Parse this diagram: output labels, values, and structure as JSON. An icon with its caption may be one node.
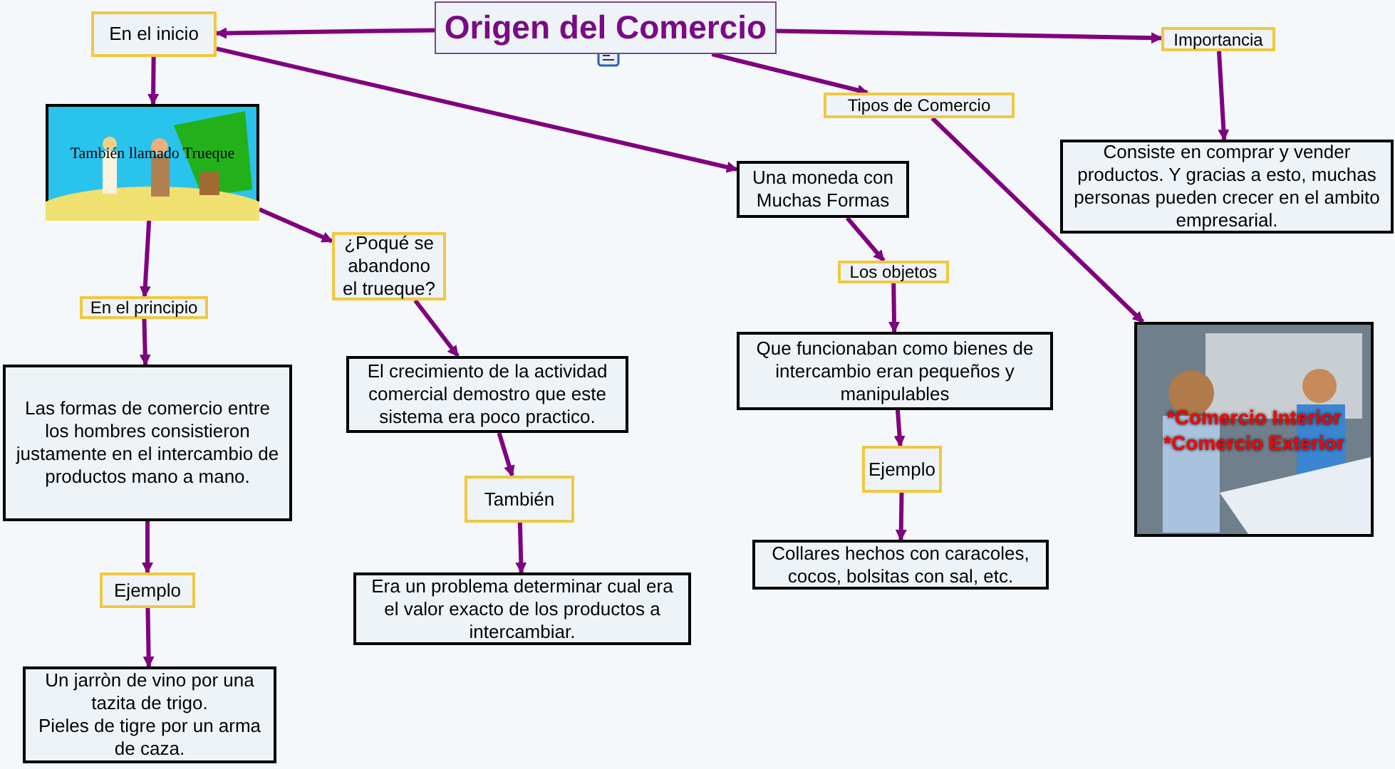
{
  "diagram": {
    "nodes": [
      {
        "text": [
          "Origen del Comercio"
        ]
      },
      {
        "text": [
          "En el inicio"
        ]
      },
      {
        "text": [
          "También llamado Trueque"
        ]
      },
      {
        "text": [
          "¿Poqué se abandono el trueque?"
        ]
      },
      {
        "text": [
          "En el principio"
        ]
      },
      {
        "text": [
          "Las formas de comercio entre los hombres consistieron justamente en el intercambio de productos mano a mano."
        ]
      },
      {
        "text": [
          "Ejemplo"
        ]
      },
      {
        "text": [
          "Un jarròn de vino por una tazita de trigo.",
          "Pieles de tigre por un arma de caza."
        ]
      },
      {
        "text": [
          "El crecimiento de la actividad comercial demostro que este sistema era poco practico."
        ]
      },
      {
        "text": [
          "También"
        ]
      },
      {
        "text": [
          "Era un problema determinar cual era el valor exacto de los productos a intercambiar."
        ]
      },
      {
        "text": [
          "Una moneda con Muchas Formas"
        ]
      },
      {
        "text": [
          "Los objetos"
        ]
      },
      {
        "text": [
          "Que funcionaban como bienes de intercambio eran pequeños y manipulables"
        ]
      },
      {
        "text": [
          "Ejemplo"
        ]
      },
      {
        "text": [
          "Collares hechos con caracoles, cocos, bolsitas con sal, etc."
        ]
      },
      {
        "text": [
          "Tipos de Comercio"
        ]
      },
      {
        "text": [
          "Importancia"
        ]
      },
      {
        "text": [
          "Consiste en comprar y vender productos. Y gracias a esto, muchas personas pueden crecer en el ambito empresarial."
        ]
      },
      {
        "text": [
          "*Comercio Interior",
          "*Comercio Exterior"
        ]
      }
    ],
    "edges": [
      {
        "from": 0,
        "to": 1,
        "arrow": "to"
      },
      {
        "from": 0,
        "to": 16,
        "arrow": "to"
      },
      {
        "from": 0,
        "to": 17,
        "arrow": "to"
      },
      {
        "from": 1,
        "to": 2,
        "arrow": "to"
      },
      {
        "from": 1,
        "to": 11,
        "arrow": "to"
      },
      {
        "from": 2,
        "to": 3,
        "arrow": "to"
      },
      {
        "from": 2,
        "to": 4,
        "arrow": "to"
      },
      {
        "from": 4,
        "to": 5,
        "arrow": "to"
      },
      {
        "from": 5,
        "to": 6,
        "arrow": "to"
      },
      {
        "from": 6,
        "to": 7,
        "arrow": "to"
      },
      {
        "from": 3,
        "to": 8,
        "arrow": "to"
      },
      {
        "from": 8,
        "to": 9,
        "arrow": "to"
      },
      {
        "from": 9,
        "to": 10,
        "arrow": "to"
      },
      {
        "from": 11,
        "to": 12,
        "arrow": "to"
      },
      {
        "from": 12,
        "to": 13,
        "arrow": "to"
      },
      {
        "from": 13,
        "to": 14,
        "arrow": "to"
      },
      {
        "from": 14,
        "to": 15,
        "arrow": "to"
      },
      {
        "from": 17,
        "to": 18,
        "arrow": "to"
      },
      {
        "from": 16,
        "to": 19,
        "arrow": "to"
      }
    ]
  }
}
